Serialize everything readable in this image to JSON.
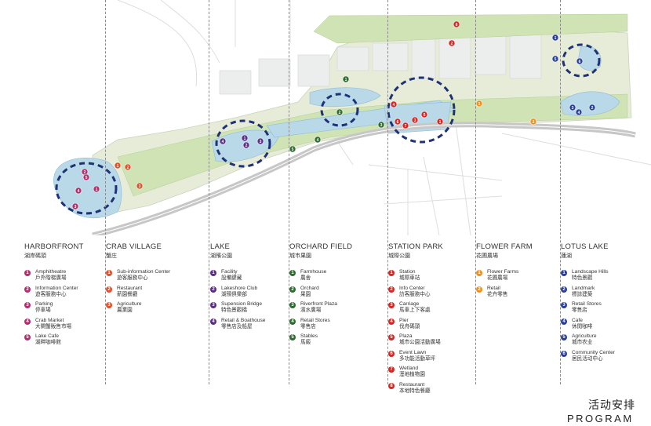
{
  "colors": {
    "harborfront": "#b0306e",
    "crab_village": "#e2502a",
    "lake": "#5c2d86",
    "orchard_field": "#2e6b2e",
    "station_park": "#d92622",
    "flower_farm": "#f0901c",
    "lotus_lake": "#2a3f9a",
    "water": "#b9d8e8",
    "green": "#cfe3b4",
    "highlight": "#1e3275"
  },
  "footer": {
    "title_cn": "活动安排",
    "title_en": "PROGRAM"
  },
  "zones": [
    {
      "id": "harborfront",
      "title": "HARBORFRONT",
      "subtitle": "湖岸碼頭",
      "items": [
        {
          "n": "1",
          "en": "Amphitheatre",
          "cn": "戶外階梯廣場"
        },
        {
          "n": "2",
          "en": "Information Center",
          "cn": "遊客服務中心"
        },
        {
          "n": "3",
          "en": "Parking",
          "cn": "停車場"
        },
        {
          "n": "4",
          "en": "Crab Market",
          "cn": "大閘蟹販售市場"
        },
        {
          "n": "5",
          "en": "Lake Cafe",
          "cn": "湖畔咖啡館"
        }
      ]
    },
    {
      "id": "crab_village",
      "title": "CRAB VILLAGE",
      "subtitle": "蟹庄",
      "items": [
        {
          "n": "1",
          "en": "Sub-information Center",
          "cn": "遊客服務中心"
        },
        {
          "n": "2",
          "en": "Restaurant",
          "cn": "薪園餐廳"
        },
        {
          "n": "3",
          "en": "Agriculture",
          "cn": "農業園"
        }
      ]
    },
    {
      "id": "lake",
      "title": "LAKE",
      "subtitle": "湖殯公園",
      "items": [
        {
          "n": "1",
          "en": "Facility",
          "cn": "設備鍵藏"
        },
        {
          "n": "2",
          "en": "Lakeshore Club",
          "cn": "湖殯俱樂部"
        },
        {
          "n": "3",
          "en": "Supension Bridge",
          "cn": "特色景觀橋"
        },
        {
          "n": "4",
          "en": "Retail & Boathouse",
          "cn": "零售店及船屋"
        }
      ]
    },
    {
      "id": "orchard_field",
      "title": "ORCHARD FIELD",
      "subtitle": "城市果園",
      "items": [
        {
          "n": "1",
          "en": "Farmhouse",
          "cn": "農舍"
        },
        {
          "n": "2",
          "en": "Orchard",
          "cn": "果園"
        },
        {
          "n": "3",
          "en": "Riverfront Plaza",
          "cn": "濱水廣場"
        },
        {
          "n": "4",
          "en": "Retail Stores",
          "cn": "零售店"
        },
        {
          "n": "5",
          "en": "Stables",
          "cn": "馬廄"
        }
      ]
    },
    {
      "id": "station_park",
      "title": "STATION PARK",
      "subtitle": "城際公園",
      "items": [
        {
          "n": "1",
          "en": "Station",
          "cn": "城際車站"
        },
        {
          "n": "2",
          "en": "Info Center",
          "cn": "訪客服務中心"
        },
        {
          "n": "3",
          "en": "Carriage",
          "cn": "馬車上下客處"
        },
        {
          "n": "4",
          "en": "Pier",
          "cn": "伐舟碼頭"
        },
        {
          "n": "5",
          "en": "Plaza",
          "cn": "城市公園活動廣場"
        },
        {
          "n": "6",
          "en": "Event Lawn",
          "cn": "多功能活動草坪"
        },
        {
          "n": "7",
          "en": "Wetland",
          "cn": "溼地植物園"
        },
        {
          "n": "8",
          "en": "Restaurant",
          "cn": "本地特色餐廳"
        }
      ]
    },
    {
      "id": "flower_farm",
      "title": "FLOWER FARM",
      "subtitle": "花圃農場",
      "items": [
        {
          "n": "1",
          "en": "Flower Farms",
          "cn": "花圃農場"
        },
        {
          "n": "2",
          "en": "Retail",
          "cn": "花卉零售"
        }
      ]
    },
    {
      "id": "lotus_lake",
      "title": "LOTUS LAKE",
      "subtitle": "蓮湖",
      "items": [
        {
          "n": "1",
          "en": "Landscape Hills",
          "cn": "特色景觀"
        },
        {
          "n": "2",
          "en": "Landmark",
          "cn": "標誌建築"
        },
        {
          "n": "3",
          "en": "Retail Stores",
          "cn": "零售店"
        },
        {
          "n": "4",
          "en": "Cafe",
          "cn": "休閒咖啡"
        },
        {
          "n": "5",
          "en": "Agriculture",
          "cn": "城市农业"
        },
        {
          "n": "6",
          "en": "Community Center",
          "cn": "居民活动中心"
        }
      ]
    }
  ],
  "map_markers": [
    {
      "zone": "harborfront",
      "n": "1"
    },
    {
      "zone": "harborfront",
      "n": "2"
    },
    {
      "zone": "harborfront",
      "n": "3"
    },
    {
      "zone": "harborfront",
      "n": "4"
    },
    {
      "zone": "harborfront",
      "n": "5"
    },
    {
      "zone": "crab_village",
      "n": "1"
    },
    {
      "zone": "crab_village",
      "n": "2"
    },
    {
      "zone": "crab_village",
      "n": "3"
    },
    {
      "zone": "lake",
      "n": "1"
    },
    {
      "zone": "lake",
      "n": "2"
    },
    {
      "zone": "lake",
      "n": "3"
    },
    {
      "zone": "lake",
      "n": "4"
    },
    {
      "zone": "orchard_field",
      "n": "1"
    },
    {
      "zone": "orchard_field",
      "n": "2"
    },
    {
      "zone": "orchard_field",
      "n": "3"
    },
    {
      "zone": "orchard_field",
      "n": "4"
    },
    {
      "zone": "orchard_field",
      "n": "5"
    },
    {
      "zone": "station_park",
      "n": "1"
    },
    {
      "zone": "station_park",
      "n": "2"
    },
    {
      "zone": "station_park",
      "n": "3"
    },
    {
      "zone": "station_park",
      "n": "4"
    },
    {
      "zone": "station_park",
      "n": "5"
    },
    {
      "zone": "station_park",
      "n": "6"
    },
    {
      "zone": "station_park",
      "n": "7"
    },
    {
      "zone": "station_park",
      "n": "8"
    },
    {
      "zone": "flower_farm",
      "n": "1"
    },
    {
      "zone": "flower_farm",
      "n": "2"
    },
    {
      "zone": "lotus_lake",
      "n": "1"
    },
    {
      "zone": "lotus_lake",
      "n": "2"
    },
    {
      "zone": "lotus_lake",
      "n": "3"
    },
    {
      "zone": "lotus_lake",
      "n": "4"
    },
    {
      "zone": "lotus_lake",
      "n": "5"
    },
    {
      "zone": "lotus_lake",
      "n": "6"
    }
  ]
}
